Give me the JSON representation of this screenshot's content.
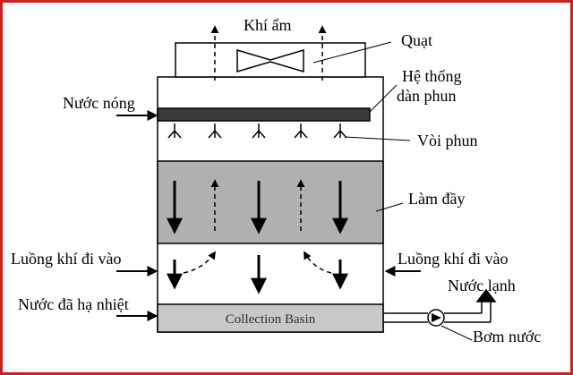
{
  "labels": {
    "moist_air": "Khí ẩm",
    "fan": "Quạt",
    "spray_system": [
      "Hệ thống",
      "dàn phun"
    ],
    "hot_water": "Nước nóng",
    "nozzle": "Vòi phun",
    "fill": "Làm đầy",
    "air_inlet_left": "Luồng khí đi vào",
    "air_inlet_right": "Luồng khí đi vào",
    "cooled_water": "Nước đã hạ nhiệt",
    "basin": "Collection Basin",
    "cold_water": "Nước lạnh",
    "pump": "Bơm nước"
  },
  "colors": {
    "frame_border": "#cc1f1f",
    "fill_media": "#b0b0b0",
    "basin": "#c8c8c8",
    "spray_pipe": "#3a3a3a",
    "lines": "#000000"
  }
}
